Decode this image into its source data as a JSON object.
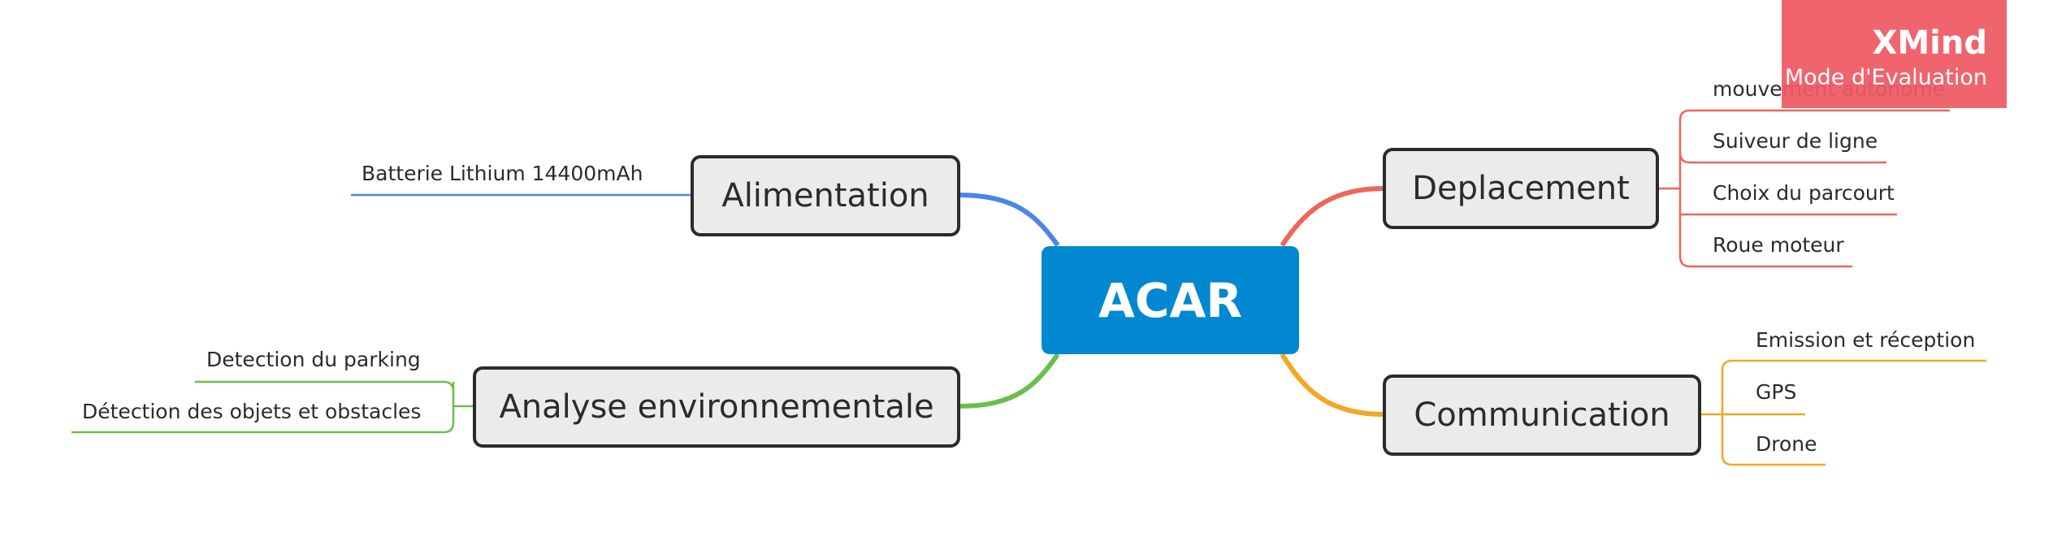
{
  "central": {
    "label": "ACAR",
    "color": "#0288d1"
  },
  "branches": {
    "alimentation": {
      "label": "Alimentation",
      "color": "#4a86e8",
      "subtopics": [
        "Batterie Lithium 14400mAh"
      ]
    },
    "analyse": {
      "label": "Analyse environnementale",
      "color": "#6abf4b",
      "subtopics": [
        "Detection du parking",
        "Détection des objets et obstacles"
      ]
    },
    "deplacement": {
      "label": "Deplacement",
      "color": "#f0655a",
      "subtopics": [
        "mouvement autonome",
        "Suiveur de ligne",
        "Choix du parcourt",
        "Roue moteur"
      ]
    },
    "communication": {
      "label": "Communication",
      "color": "#f5a623",
      "subtopics": [
        "Emission et réception",
        "GPS",
        "Drone"
      ]
    }
  },
  "watermark": {
    "title": "XMind",
    "subtitle": "Mode d'Evaluation",
    "color": "#ef5a63"
  }
}
